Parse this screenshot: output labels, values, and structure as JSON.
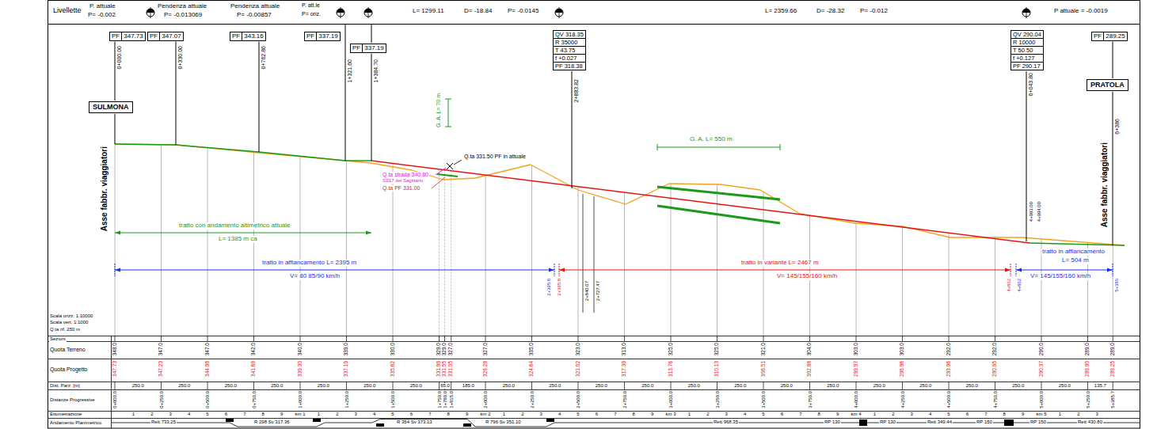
{
  "diagram": {
    "nodes": [
      {
        "text": [
          "PF",
          "347.73"
        ]
      },
      {
        "text": [
          "PF",
          "347.07"
        ]
      },
      {
        "text": [
          "PF",
          "343.16"
        ]
      },
      {
        "text": [
          "PF",
          "337.19"
        ]
      },
      {
        "text": [
          "PF",
          "337.19"
        ]
      },
      {
        "text": [
          "QV 318.35",
          "R 35000",
          "T 43.75",
          "f +0.027",
          "PF 318.38"
        ]
      },
      {
        "text": [
          "QV 290.04",
          "R 10000",
          "T 50.50",
          "f +0.127",
          "PF 290.17"
        ]
      },
      {
        "text": [
          "PF",
          "289.25"
        ]
      },
      {
        "text": [
          "SULMONA"
        ]
      },
      {
        "text": [
          "PRATOLA"
        ]
      }
    ],
    "labels": [
      "Livellette",
      "P. attuale",
      "P= -0.002",
      "Pendenza attuale",
      "P= -0.013069",
      "Pendenza attuale",
      "P= -0.00857",
      "P. att.le",
      "P= oriz.",
      "L= 1299.11",
      "D= -18.84",
      "P= -0.0145",
      "L= 2359.66",
      "D= -28.32",
      "P= -0.012",
      "P attuale = -0.0019",
      "0+000.00",
      "0+330.00",
      "0+762.86",
      "1+321.60",
      "1+384.70",
      "2+883.82",
      "6+043.80",
      "6+386",
      "2+840.07",
      "2+727.47",
      "4+993.00",
      "4+994.00",
      "Asse fabbr. viaggiatori",
      "Asse fabbr. viaggiatori",
      "G. A. L= 70 m",
      "G. A. L= 550 m",
      "Q.ta strada 340.80",
      "SS17 del Sagittario",
      "Q.ta 331.50 PF in attuale",
      "Q.ta PF 331.00",
      "tratto con andamento altimetrico attuale",
      "L= 1385 m ca",
      "tratto in affiancamento L= 2395 m",
      "V= 80 85/90 km/h",
      "tratto in variante L= 2467 m",
      "V= 145/155/160 km/h",
      "tratto in affiancamento",
      "L= 504 m",
      "V= 145/155/160 km/h",
      "2+395.8",
      "2+395.8",
      "4+862",
      "4+862",
      "5+386",
      "Scala orizz. 1:10000",
      "Scala vert. 1:1000",
      "Q.ta rif. 250 m",
      "Sezioni",
      "Quota Terreno",
      "Quota Progetto",
      "Dist. Parz. [m]",
      "Distanze Progressive",
      "Ettometrazione",
      "Andamento Planimetrico",
      "Rett 733.25",
      "R 298 Sv 317.36",
      "R 354 Sv 373.13",
      "R 796 Sv 351.10",
      "Rett 968.35",
      "RP 130",
      "RP 130",
      "Rett 349.44",
      "RP 150",
      "RP 150",
      "Rett 430.80",
      "348.0",
      "347.0",
      "347.0",
      "342.0",
      "340.0",
      "339.0",
      "330.0",
      "329.0",
      "329.0",
      "327.0",
      "327.0",
      "335.0",
      "323.0",
      "313.0",
      "325.0",
      "325.0",
      "321.0",
      "304.0",
      "303.0",
      "303.0",
      "292.0",
      "292.0",
      "290.0",
      "289.0",
      "289.0",
      "347.73",
      "347.23",
      "344.98",
      "341.69",
      "339.30",
      "337.19",
      "335.62",
      "331.99",
      "331.55",
      "331.05",
      "328.28",
      "324.64",
      "321.02",
      "317.39",
      "313.76",
      "310.13",
      "306.51",
      "302.88",
      "299.97",
      "296.96",
      "293.96",
      "290.95",
      "290.37",
      "289.90",
      "289.25",
      "250.0",
      "250.0",
      "250.0",
      "250.0",
      "250.0",
      "250.0",
      "250.0",
      "65.0",
      "185.0",
      "250.0",
      "250.0",
      "250.0",
      "250.0",
      "250.0",
      "250.0",
      "250.0",
      "250.0",
      "250.0",
      "250.0",
      "250.0",
      "250.0",
      "250.0",
      "135.7",
      "0+000.0",
      "0+250.0",
      "0+500.0",
      "0+750.0",
      "1+000.0",
      "1+250.0",
      "1+500.0",
      "1+750.0",
      "1+780.0",
      "1+815.0",
      "2+000.0",
      "2+250.0",
      "2+500.0",
      "2+750.0",
      "3+000.0",
      "3+250.0",
      "3+500.0",
      "3+750.0",
      "4+000.0",
      "4+250.0",
      "4+500.0",
      "4+750.0",
      "5+000.0",
      "5+250.0",
      "5+385.7",
      "1",
      "2",
      "3",
      "4",
      "5",
      "6",
      "7",
      "8",
      "9",
      "km 1",
      "1",
      "2",
      "3",
      "4",
      "5",
      "6",
      "7",
      "8",
      "9",
      "km 2",
      "1",
      "2",
      "3",
      "4",
      "5",
      "6",
      "7",
      "8",
      "9",
      "km 3",
      "1",
      "2",
      "3",
      "4",
      "5",
      "6",
      "7",
      "8",
      "9",
      "km 4",
      "1",
      "2",
      "3",
      "4",
      "5",
      "6",
      "7",
      "8",
      "9",
      "km 5",
      "1",
      "2",
      "3"
    ]
  }
}
